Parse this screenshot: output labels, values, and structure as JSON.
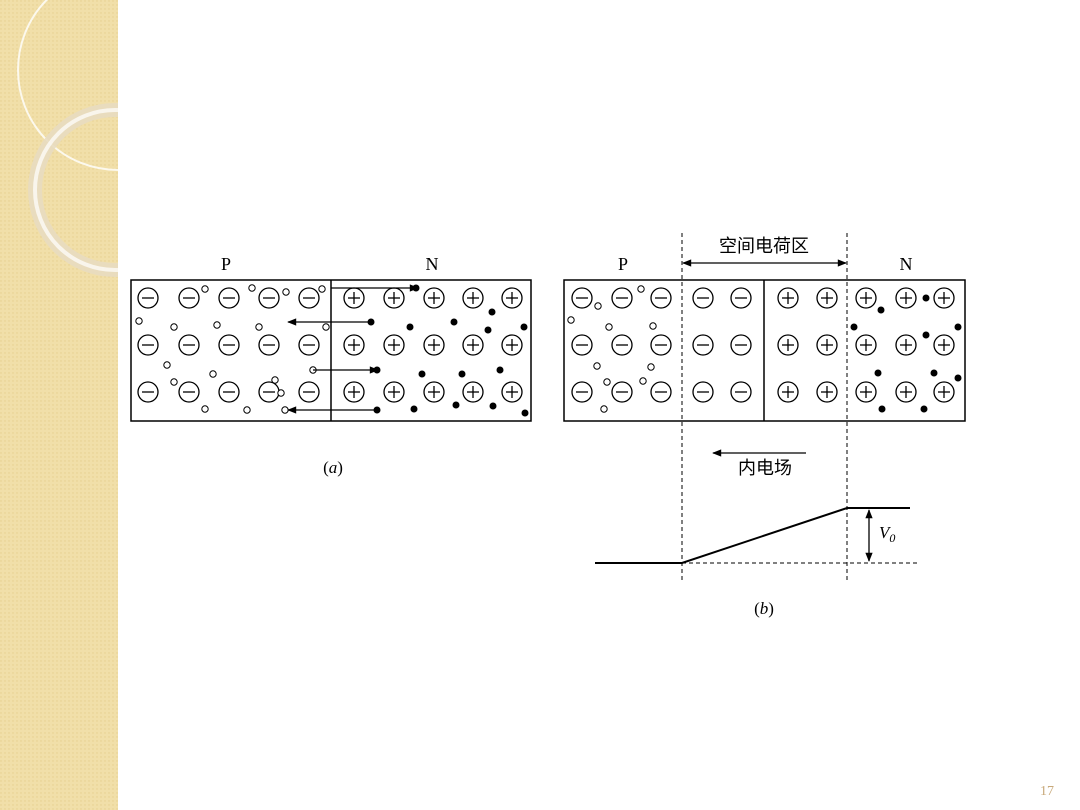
{
  "slide": {
    "page_number": "17",
    "colors": {
      "band": "#f1dfa9",
      "band_dots": "#e6cf8e",
      "ring": "#ffffff",
      "page_number": "#c8a97a",
      "ink": "#000000"
    }
  },
  "figure_a": {
    "p_label": "P",
    "n_label": "N",
    "caption_letter": "a",
    "acceptor_symbol": "−",
    "donor_symbol": "+"
  },
  "figure_b": {
    "p_label": "P",
    "n_label": "N",
    "space_charge_label": "空间电荷区",
    "field_label": "内电场",
    "potential_label": "V",
    "potential_subscript": "0",
    "caption_letter": "b"
  }
}
